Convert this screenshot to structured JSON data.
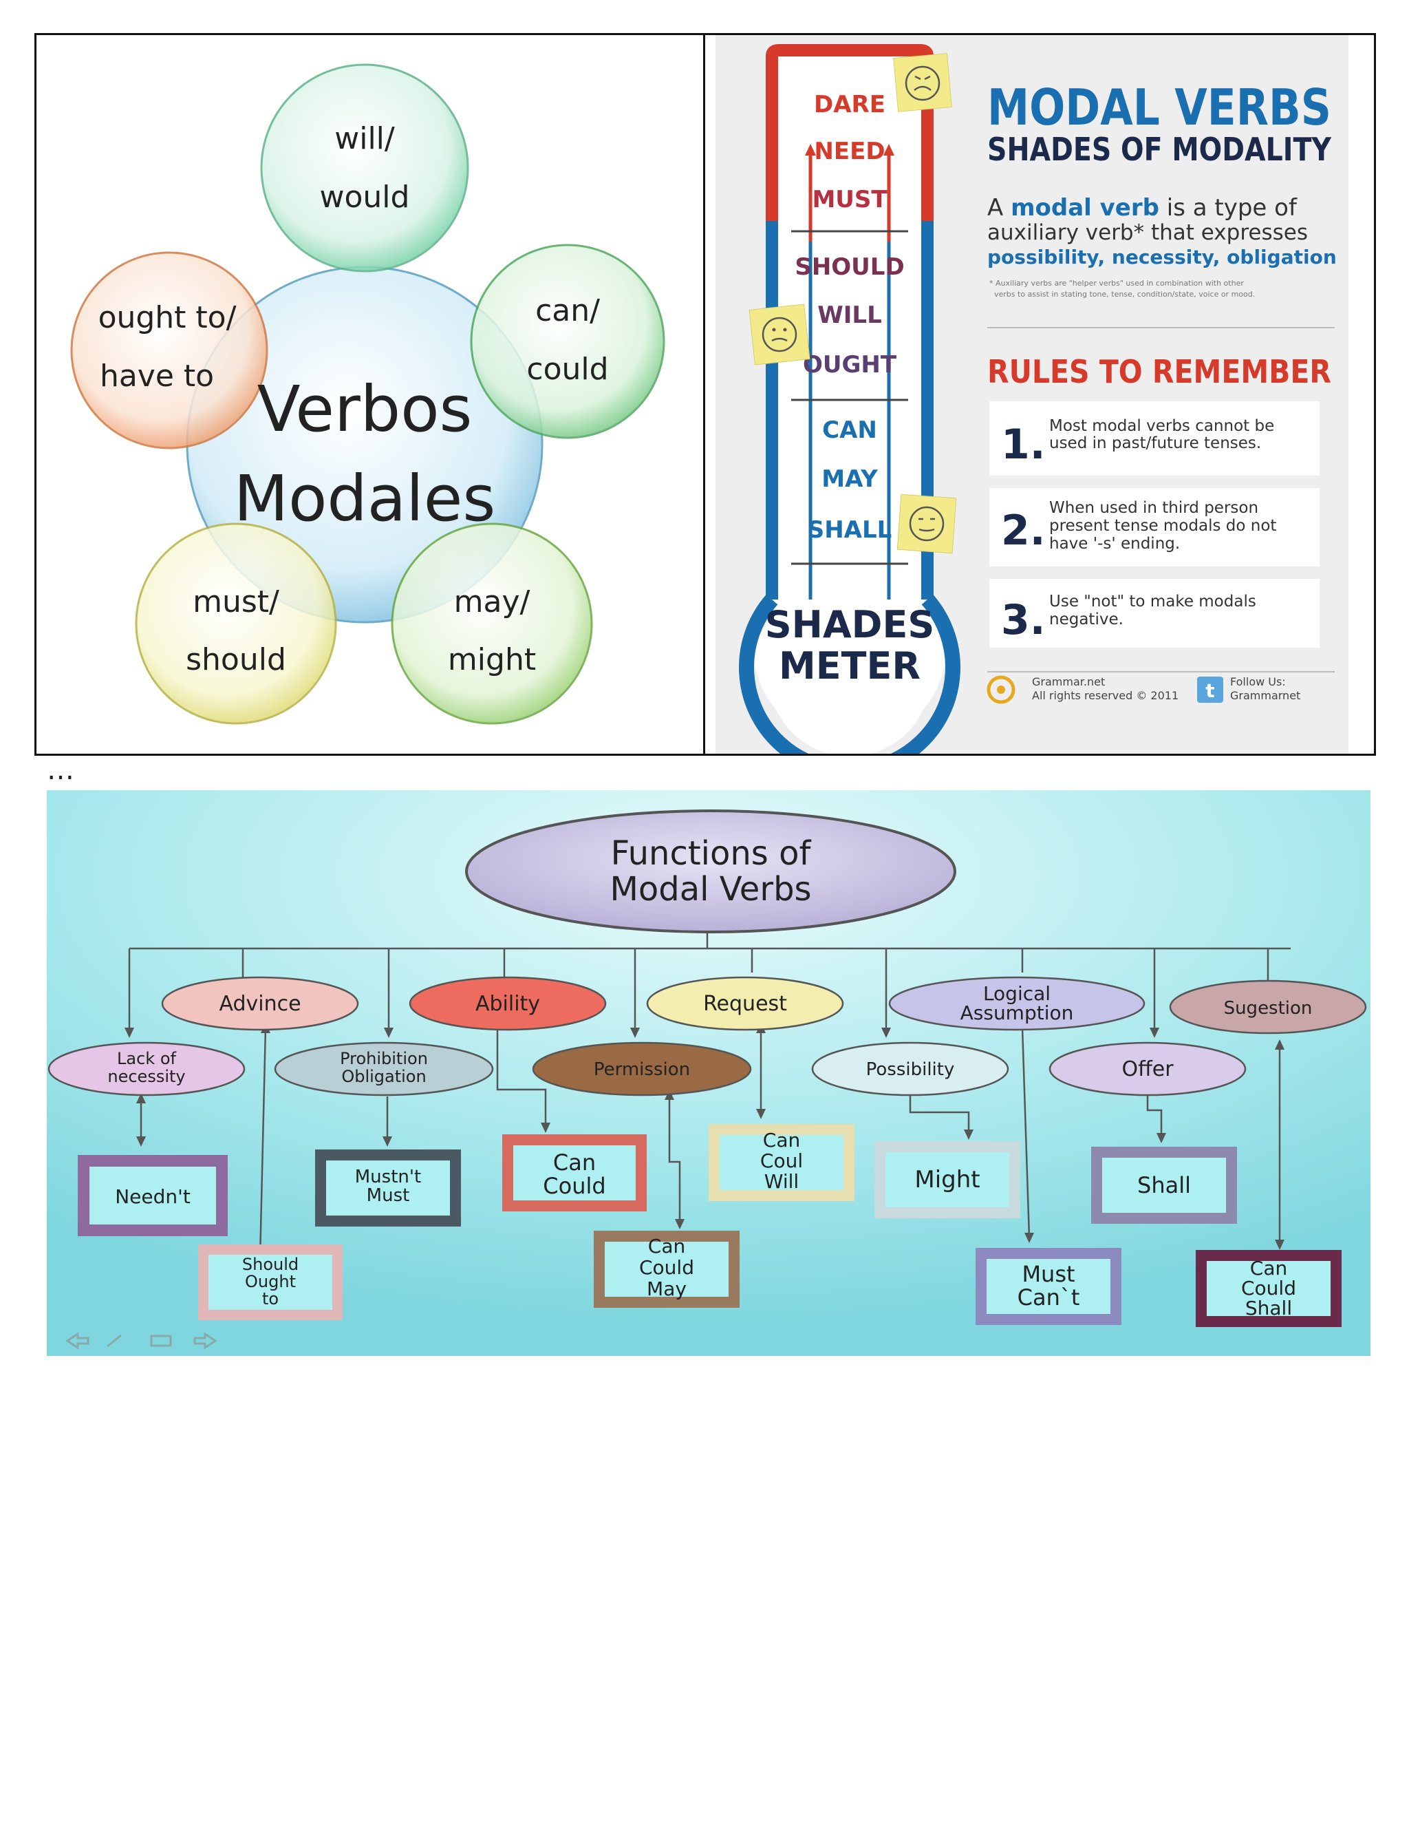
{
  "venn": {
    "center": [
      "Verbos",
      "Modales"
    ],
    "top": [
      "will/",
      "would"
    ],
    "right": [
      "can/",
      "could"
    ],
    "left": [
      "ought to/",
      "have to"
    ],
    "bottom_left": [
      "must/",
      "should"
    ],
    "bottom_right": [
      "may/",
      "might"
    ],
    "colors": {
      "top": "#7fd6b0",
      "right": "#7fd38a",
      "left": "#f0a070",
      "bottom_left": "#e6e67a",
      "bottom_right": "#9ed86b",
      "center": "#9fd4ea"
    }
  },
  "infographic": {
    "meter_words": [
      "DARE",
      "NEED",
      "MUST",
      "SHOULD",
      "WILL",
      "OUGHT",
      "CAN",
      "MAY",
      "SHALL"
    ],
    "meter_label": [
      "SHADES",
      "METER"
    ],
    "title": "MODAL VERBS",
    "subtitle": "SHADES OF MODALITY",
    "intro_prefix": "A ",
    "intro_term": "modal verb",
    "intro_suffix": " is a type of",
    "intro_line2": "auxiliary verb* that expresses",
    "intro_line3": "possibility, necessity, obligation",
    "footnote_line1": "* Auxiliary verbs are \"helper verbs\" used in combination with other",
    "footnote_line2": "verbs to assist in stating tone, tense, condition/state, voice or mood.",
    "rules_heading": "RULES TO REMEMBER",
    "rules": [
      {
        "num": "1.",
        "lines": [
          "Most modal verbs cannot be",
          "used in past/future tenses."
        ]
      },
      {
        "num": "2.",
        "lines": [
          "When used in third person",
          "present tense modals do not",
          "have '-s' ending."
        ]
      },
      {
        "num": "3.",
        "lines": [
          "Use \"not\" to make modals",
          "negative."
        ]
      }
    ],
    "footer_left": [
      "Grammar.net",
      "All rights reserved © 2011"
    ],
    "footer_right": [
      "Follow Us:",
      "Grammarnet"
    ],
    "colors": {
      "blue": "#1a6fb0",
      "red": "#d63a2a",
      "navy": "#1b2a4a"
    }
  },
  "ellipsis": "…",
  "functions": {
    "title": [
      "Functions of",
      "Modal Verbs"
    ],
    "categories": {
      "advince": "Advince",
      "ability": "Ability",
      "request": "Request",
      "logical": [
        "Logical",
        "Assumption"
      ],
      "sugestion": "Sugestion",
      "lack": [
        "Lack of",
        "necessity"
      ],
      "prohibition": [
        "Prohibition",
        "Obligation"
      ],
      "permission": "Permission",
      "possibility": "Possibility",
      "offer": "Offer"
    },
    "boxes": {
      "neednt": [
        "Needn't"
      ],
      "should": [
        "Should",
        "Ought",
        "to"
      ],
      "mustnt": [
        "Mustn't",
        "Must"
      ],
      "can_could": [
        "Can",
        "Could"
      ],
      "can_could_may": [
        "Can",
        "Could",
        "May"
      ],
      "can_coul_will": [
        "Can",
        "Coul",
        "Will"
      ],
      "might": [
        "Might"
      ],
      "must_cant": [
        "Must",
        "Can`t"
      ],
      "shall": [
        "Shall"
      ],
      "can_could_shall": [
        "Can",
        "Could",
        "Shall"
      ]
    }
  }
}
